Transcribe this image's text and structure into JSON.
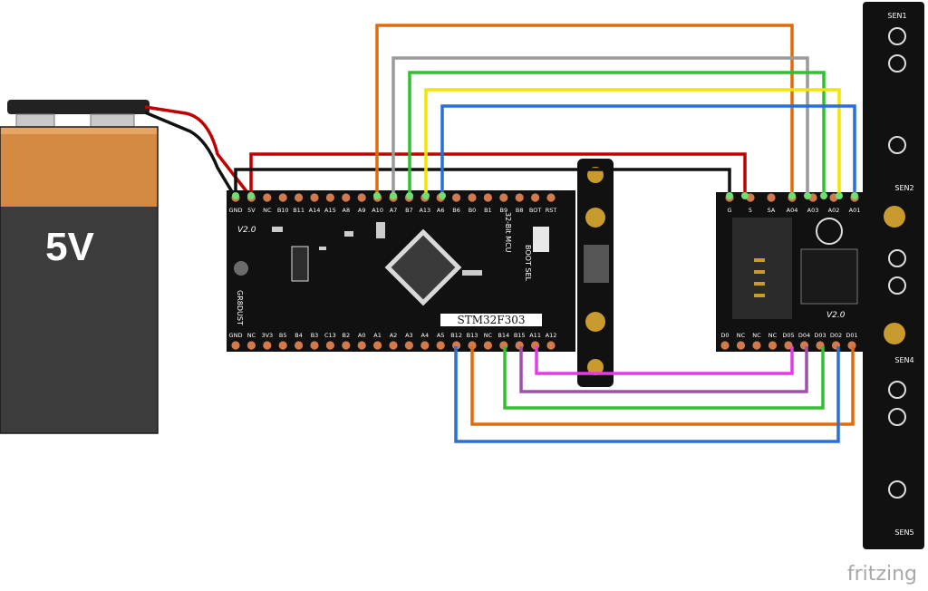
{
  "battery": {
    "label": "5V"
  },
  "mcu_board": {
    "chip_label": "STM32F303",
    "mcu_label": "32-Bit MCU",
    "version": "V2.0",
    "boot_label": "BOOT SEL",
    "brand": "GR8DUST",
    "top_pins": [
      "GND",
      "5V",
      "NC",
      "B10",
      "B11",
      "A14",
      "A15",
      "A8",
      "A9",
      "A10",
      "A7",
      "B7",
      "A13",
      "A6",
      "B6",
      "B0",
      "B1",
      "B9",
      "B8",
      "BOT",
      "RST"
    ],
    "bottom_pins": [
      "GND",
      "NC",
      "3V3",
      "B5",
      "B4",
      "B3",
      "C13",
      "B2",
      "A0",
      "A1",
      "A2",
      "A3",
      "A4",
      "A5",
      "B12",
      "B13",
      "NC",
      "B14",
      "B15",
      "A11",
      "A12"
    ]
  },
  "driver_board": {
    "version": "V2.0",
    "top_pins": [
      "G",
      "5",
      "SA",
      "A04",
      "A03",
      "A02",
      "A01"
    ],
    "bottom_pins": [
      "D0",
      "NC",
      "NC",
      "NC",
      "D05",
      "D04",
      "D03",
      "D02",
      "D01"
    ]
  },
  "sensor_bar": {
    "labels": [
      "SEN1",
      "SEN2",
      "SEN4",
      "SEN5"
    ]
  },
  "wire_colors": {
    "red": "#c00000",
    "black": "#111111",
    "orange": "#e06b0c",
    "gray": "#9a9a9a",
    "green": "#2ec22e",
    "yellow": "#f2e600",
    "blue": "#2a6fd6",
    "magenta": "#e33be6",
    "purple": "#a050a8"
  },
  "watermark": "fritzing"
}
